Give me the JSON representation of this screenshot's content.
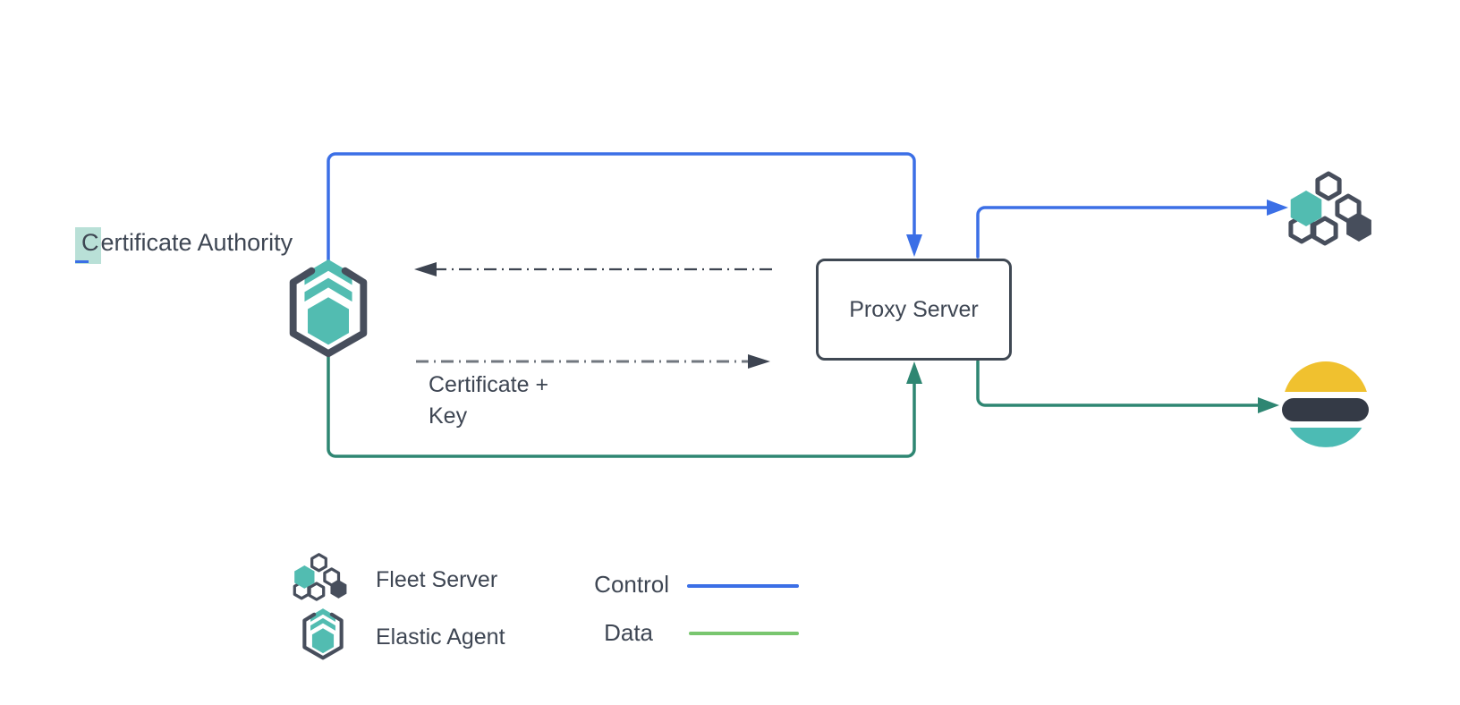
{
  "diagram": {
    "ca_label": {
      "highlight": "C",
      "rest": "ertificate Authority"
    },
    "proxy_label": "Proxy Server",
    "cert_key_line1": "Certificate +",
    "cert_key_line2": "Key",
    "nodes": [
      "Certificate Authority",
      "Elastic Agent",
      "Proxy Server",
      "Fleet Server",
      "Elasticsearch"
    ],
    "edges": [
      {
        "from": "Elastic Agent",
        "to": "Proxy Server",
        "type": "control",
        "style": "solid-blue"
      },
      {
        "from": "Proxy Server",
        "to": "Fleet Server",
        "type": "control",
        "style": "solid-blue"
      },
      {
        "from": "Elastic Agent",
        "to": "Proxy Server",
        "type": "data",
        "style": "solid-green"
      },
      {
        "from": "Proxy Server",
        "to": "Elasticsearch",
        "type": "data",
        "style": "solid-green"
      },
      {
        "from": "Proxy Server",
        "to": "Certificate Authority",
        "type": "request",
        "style": "dash-dot"
      },
      {
        "from": "Certificate Authority",
        "to": "Proxy Server",
        "type": "certificate-key",
        "style": "dash-dot",
        "label": "Certificate + Key"
      }
    ]
  },
  "legend": {
    "items": [
      {
        "icon": "fleet-server-icon",
        "label": "Fleet Server"
      },
      {
        "icon": "elastic-agent-icon",
        "label": "Elastic Agent"
      }
    ],
    "flows": [
      {
        "label": "Control",
        "color": "#3b6fe6"
      },
      {
        "label": "Data",
        "color": "#79c66f"
      }
    ]
  },
  "icons": {
    "elastic-agent-icon": "hexagon outline with teal hexagon and double chevron",
    "fleet-server-icon": "cluster of hexagons, one teal one dark",
    "elasticsearch-icon": "circle of yellow, dark bar, teal bands"
  },
  "colors": {
    "control": "#3b6fe6",
    "data": "#2e8672",
    "data_legend": "#79c66f",
    "teal": "#52bcb1",
    "slate": "#474e5c",
    "text": "#3e4653",
    "yellow": "#f0c12f",
    "es_dark": "#343a46",
    "es_teal": "#4cbbb4",
    "dash_dark": "#3d4451",
    "dash_light": "#71777f",
    "highlight": "#8accbc99"
  }
}
